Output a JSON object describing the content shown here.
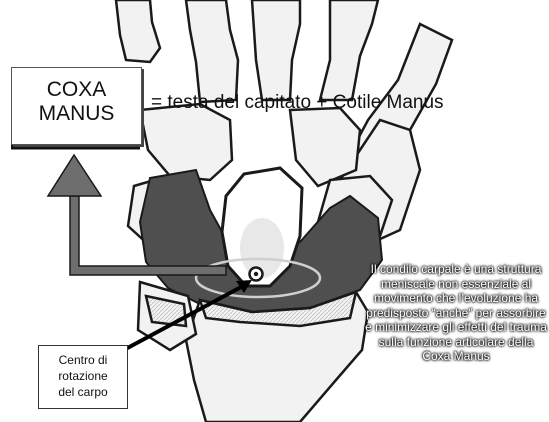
{
  "title": "COXA\nMANUS",
  "equation": "= testa del capitato + Cotile Manus",
  "note": "Il condilo carpale è una struttura meniscale non essenziale al movimento che l’evoluzione ha predisposto “anche” per assorbire e minimizzare gli effetti del trauma sulla funzione articolare della Coxa Manus",
  "center_label": "Centro di\nrotazione\ndel carpo",
  "colors": {
    "arrow": "#6e6e6e",
    "dark_region": "#4f4f4f",
    "bone": "#f2f2f2",
    "outline": "#1a1a1a"
  }
}
